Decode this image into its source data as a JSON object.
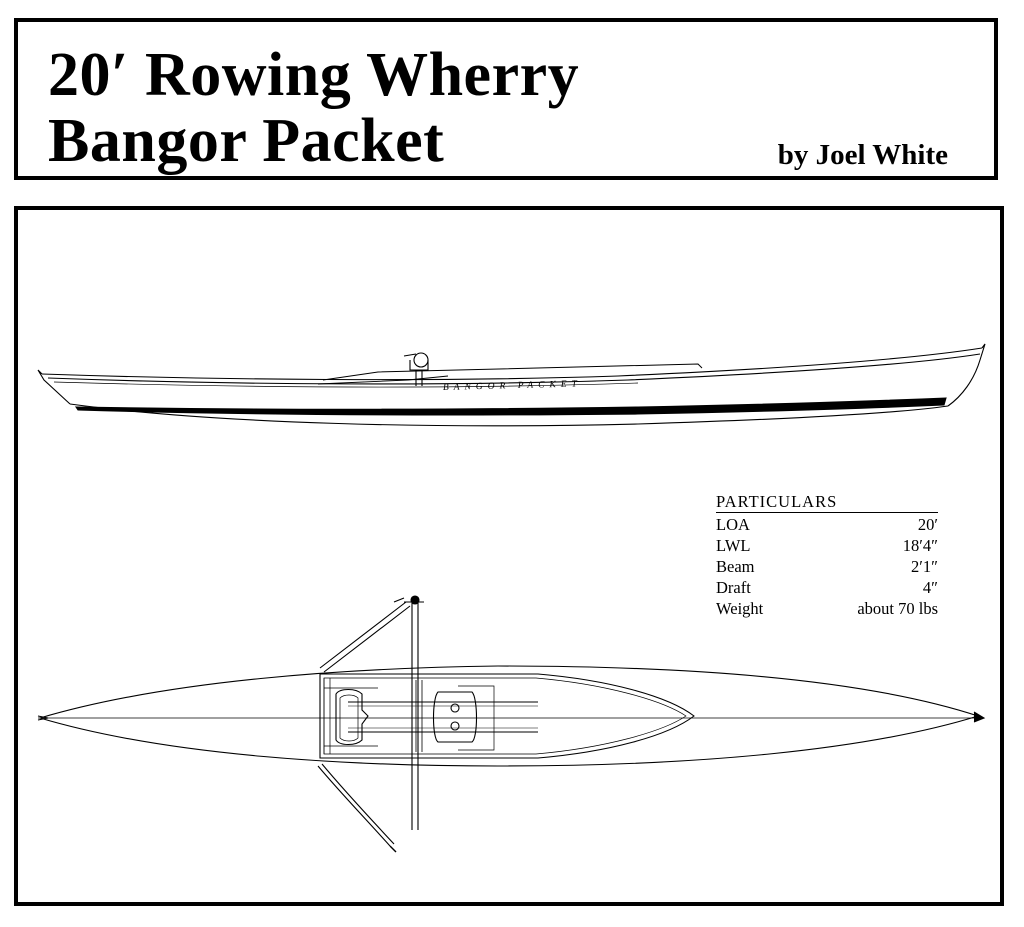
{
  "title": {
    "line1": "20′ Rowing Wherry",
    "line2": "Bangor Packet",
    "byline": "by Joel White"
  },
  "drawing": {
    "hull_name": "BANGOR PACKET"
  },
  "particulars": {
    "heading": "PARTICULARS",
    "rows": [
      {
        "label": "LOA",
        "value": "20′"
      },
      {
        "label": "LWL",
        "value": "18′4″"
      },
      {
        "label": "Beam",
        "value": "2′1″"
      },
      {
        "label": "Draft",
        "value": "4″"
      },
      {
        "label": "Weight",
        "value": "about 70 lbs"
      }
    ]
  }
}
